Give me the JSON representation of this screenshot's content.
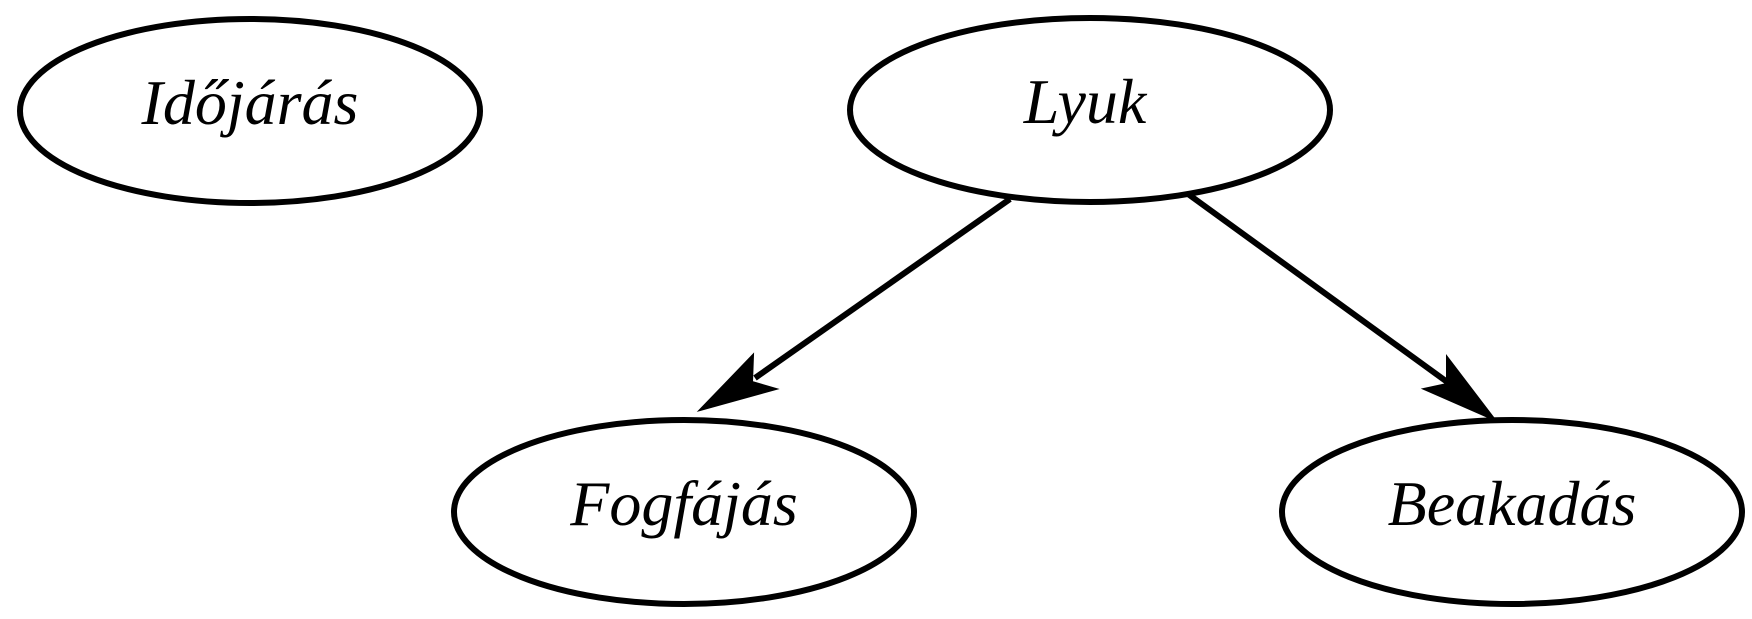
{
  "diagram": {
    "nodes": [
      {
        "id": "idojaras",
        "label": "Időjárás"
      },
      {
        "id": "lyuk",
        "label": "Lyuk"
      },
      {
        "id": "fogfajas",
        "label": "Fogfájás"
      },
      {
        "id": "beakadas",
        "label": "Beakadás"
      }
    ],
    "edges": [
      {
        "from": "lyuk",
        "to": "fogfajas"
      },
      {
        "from": "lyuk",
        "to": "beakadas"
      }
    ]
  }
}
